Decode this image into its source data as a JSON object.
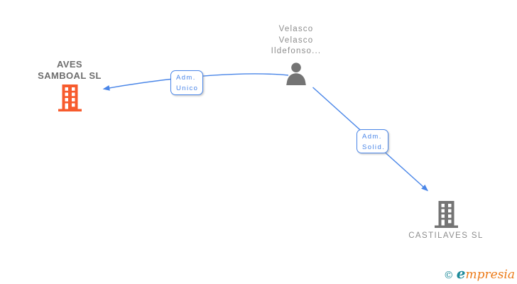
{
  "theme": {
    "edge_blue": "#4a86e8",
    "label_blue": "#4a86e8",
    "icon_gray": "#747474",
    "building_orange": "#f75b2d",
    "text_gray_bold": "#6d6d6d",
    "text_gray": "#8d8d8d",
    "brand_teal": "#1d8a99",
    "brand_orange": "#ec7a18"
  },
  "diagram": {
    "person": {
      "name_lines": [
        "Velasco",
        "Velasco",
        "Ildefonso..."
      ],
      "icon": "person-silhouette-icon"
    },
    "companies": [
      {
        "id": "aves-samboal",
        "name_lines": [
          "AVES",
          "SAMBOAL SL"
        ],
        "icon": "office-building-icon",
        "accent": "#f75b2d"
      },
      {
        "id": "castilaves",
        "name": "CASTILAVES SL",
        "icon": "office-building-icon",
        "accent": "#747474"
      }
    ],
    "relationships": [
      {
        "label_lines": [
          "Adm.",
          "Unico"
        ],
        "from": "Velasco Velasco Ildefonso...",
        "to": "AVES SAMBOAL SL"
      },
      {
        "label_lines": [
          "Adm.",
          "Solid."
        ],
        "from": "Velasco Velasco Ildefonso...",
        "to": "CASTILAVES SL"
      }
    ]
  },
  "watermark": {
    "copyright_symbol": "©",
    "brand_first_letter": "e",
    "brand_rest": "mpresia"
  }
}
